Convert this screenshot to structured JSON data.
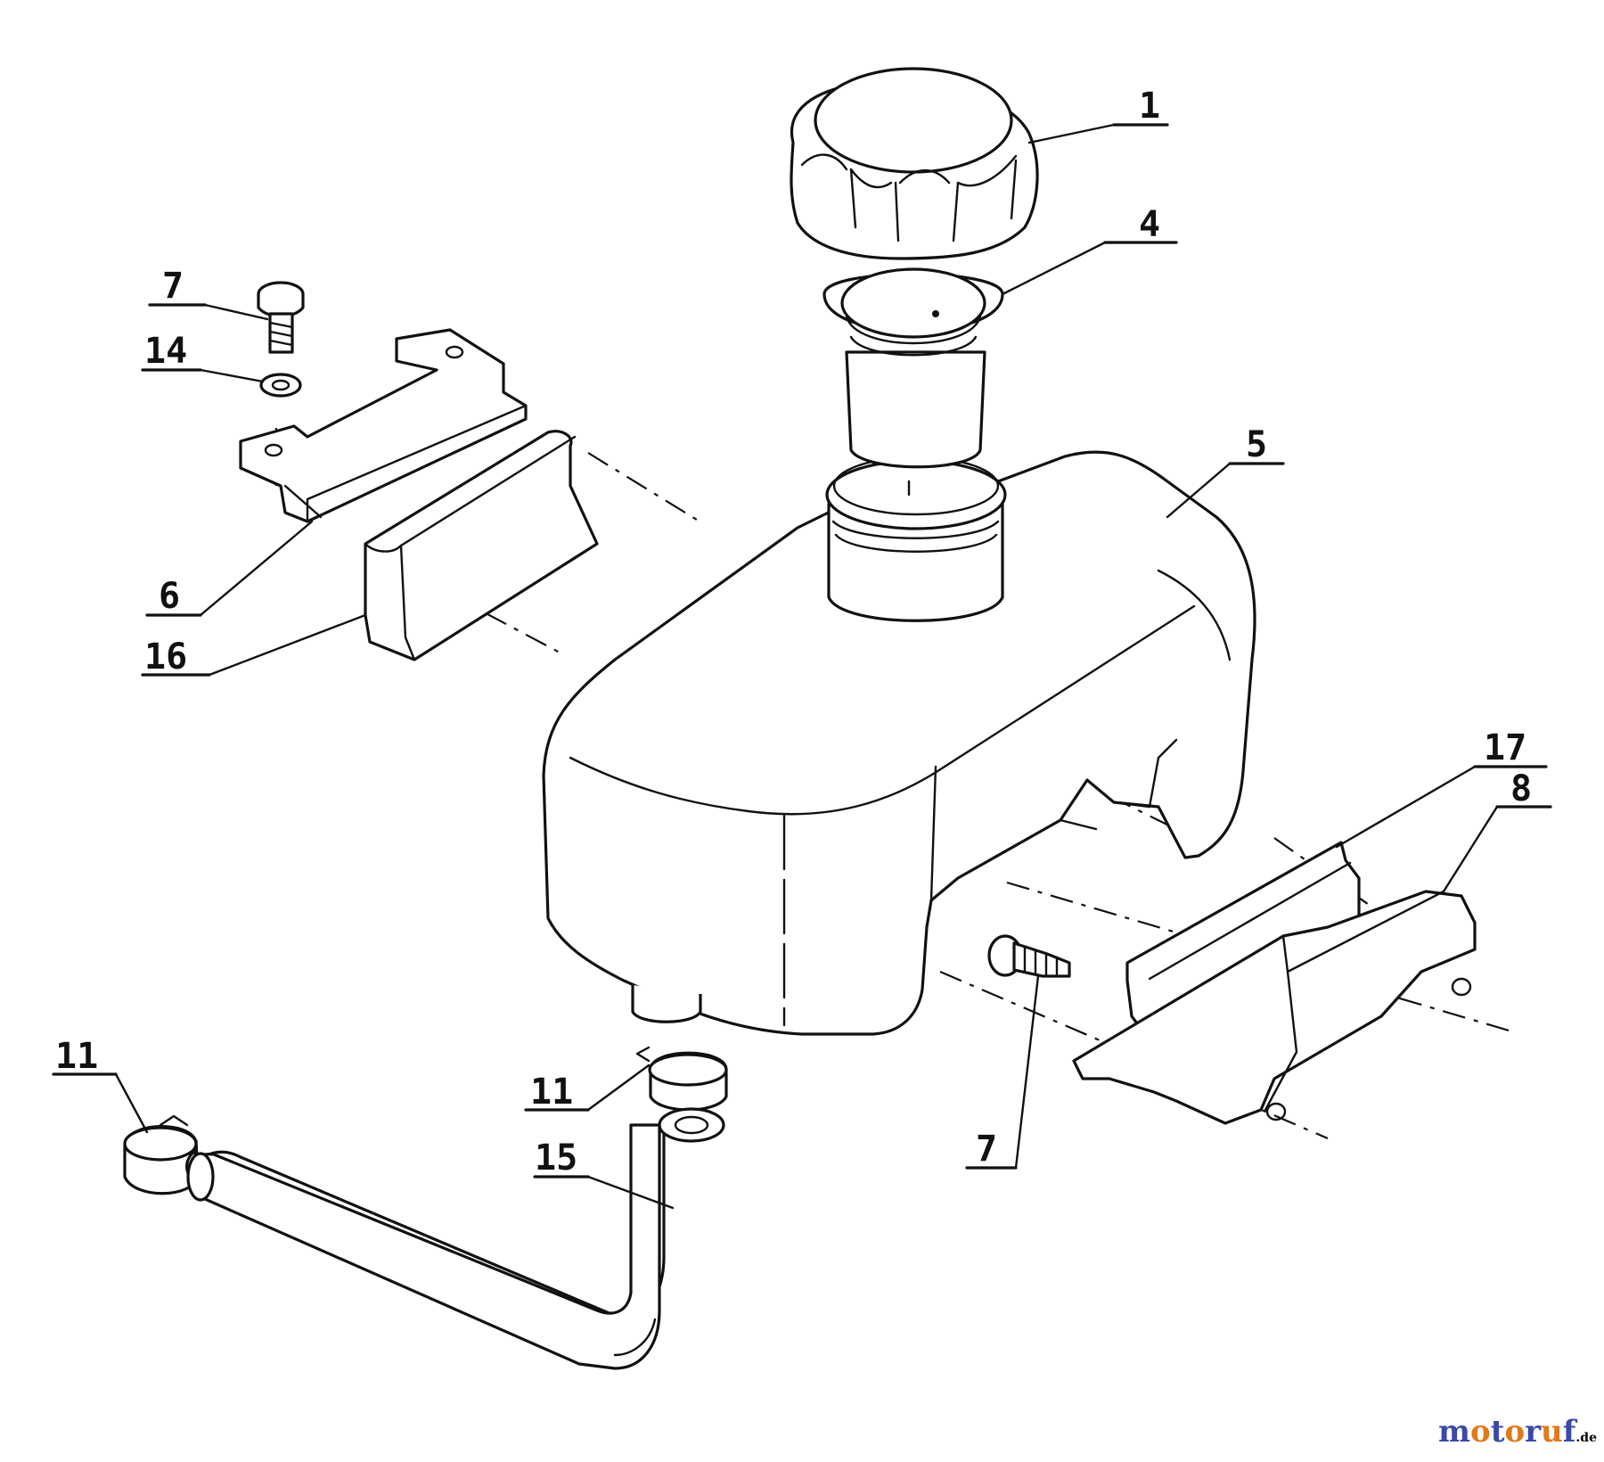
{
  "parts": [
    {
      "id": "cap",
      "label": "1"
    },
    {
      "id": "filter",
      "label": "4"
    },
    {
      "id": "tank",
      "label": "5"
    },
    {
      "id": "bracket-upper",
      "label": "6"
    },
    {
      "id": "screw-upper",
      "label": "7"
    },
    {
      "id": "screw-lower",
      "label": "7"
    },
    {
      "id": "bracket-rear",
      "label": "8"
    },
    {
      "id": "clamp-left",
      "label": "11"
    },
    {
      "id": "clamp-center",
      "label": "11"
    },
    {
      "id": "washer",
      "label": "14"
    },
    {
      "id": "fuel-hose",
      "label": "15"
    },
    {
      "id": "damper-upper",
      "label": "16"
    },
    {
      "id": "damper-rear",
      "label": "17"
    }
  ],
  "watermark": {
    "text": "motoruf",
    "tld": ".de",
    "colors": [
      "#3a4aa8",
      "#e07a1a",
      "#3a4aa8",
      "#e07a1a",
      "#3a4aa8",
      "#e07a1a",
      "#3a4aa8"
    ]
  }
}
